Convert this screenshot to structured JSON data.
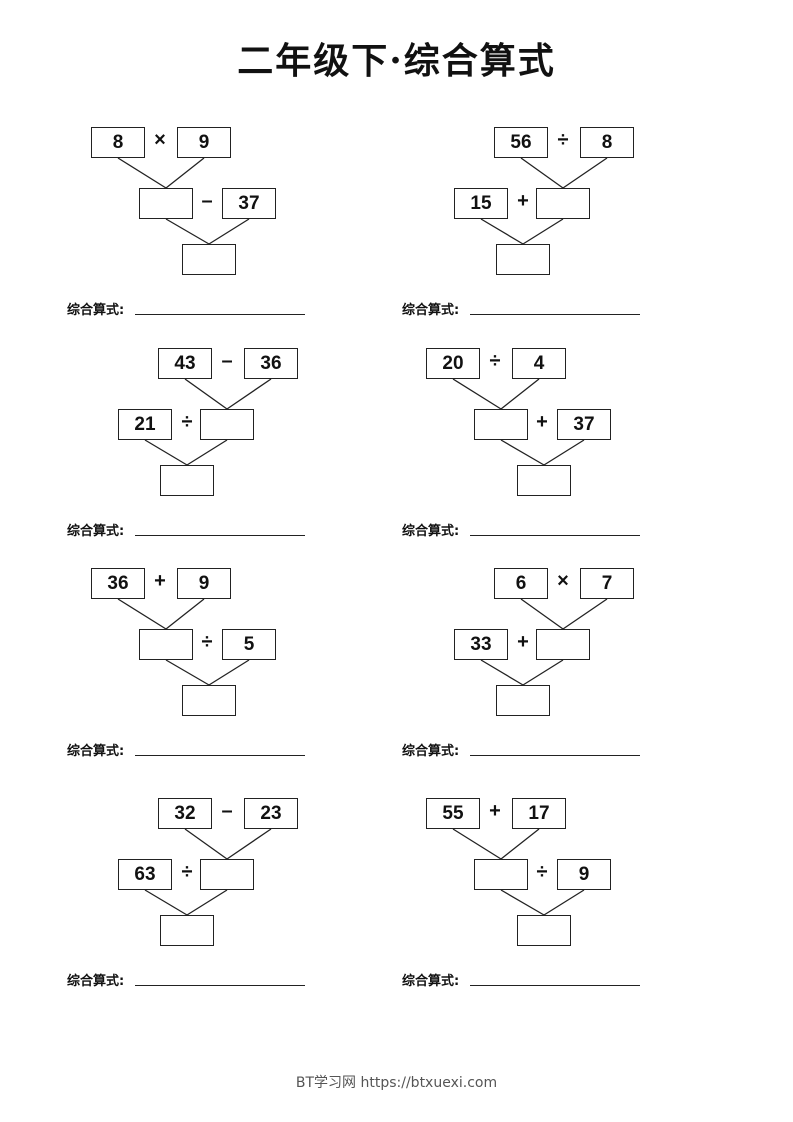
{
  "title": "二年级下·综合算式",
  "answer_label": "综合算式:",
  "problems": [
    {
      "type": "A",
      "top": [
        "8",
        "9"
      ],
      "op1": "×",
      "op2": "–",
      "operand": "37"
    },
    {
      "type": "B",
      "top": [
        "56",
        "8"
      ],
      "op1": "÷",
      "op2": "+",
      "operand": "15"
    },
    {
      "type": "B",
      "top": [
        "43",
        "36"
      ],
      "op1": "–",
      "op2": "÷",
      "operand": "21"
    },
    {
      "type": "A",
      "top": [
        "20",
        "4"
      ],
      "op1": "÷",
      "op2": "+",
      "operand": "37"
    },
    {
      "type": "A",
      "top": [
        "36",
        "9"
      ],
      "op1": "+",
      "op2": "÷",
      "operand": "5"
    },
    {
      "type": "B",
      "top": [
        "6",
        "7"
      ],
      "op1": "×",
      "op2": "+",
      "operand": "33"
    },
    {
      "type": "B",
      "top": [
        "32",
        "23"
      ],
      "op1": "–",
      "op2": "÷",
      "operand": "63"
    },
    {
      "type": "A",
      "top": [
        "55",
        "17"
      ],
      "op1": "+",
      "op2": "÷",
      "operand": "9"
    }
  ],
  "footer": "BT学习网 https://btxuexi.com"
}
